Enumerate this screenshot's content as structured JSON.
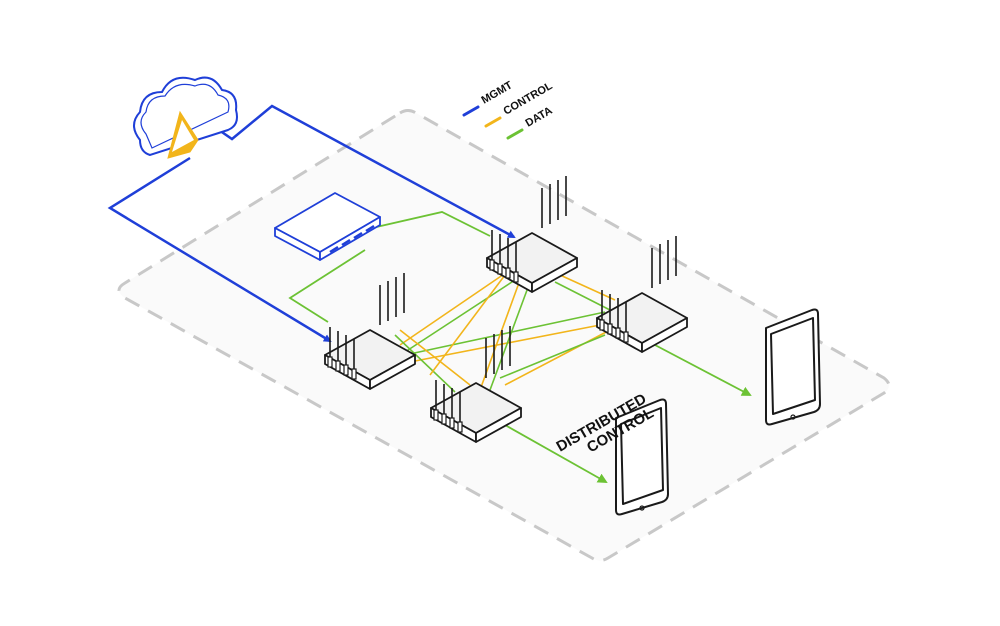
{
  "legend": {
    "items": [
      {
        "label": "MGMT",
        "color": "#1f3fd8"
      },
      {
        "label": "CONTROL",
        "color": "#f2b51b"
      },
      {
        "label": "DATA",
        "color": "#6cc234"
      }
    ]
  },
  "zone_label": {
    "line1": "DISTRIBUTED",
    "line2": "CONTROL"
  },
  "colors": {
    "mgmt": "#1f3fd8",
    "control": "#f2b51b",
    "data": "#6cc234",
    "platform_border": "#c8c8c8",
    "platform_fill": "#fafafa",
    "outline": "#1a1a1a"
  },
  "icons": [
    "cloud-icon",
    "network-switch-icon",
    "access-point-icon",
    "tablet-icon"
  ]
}
